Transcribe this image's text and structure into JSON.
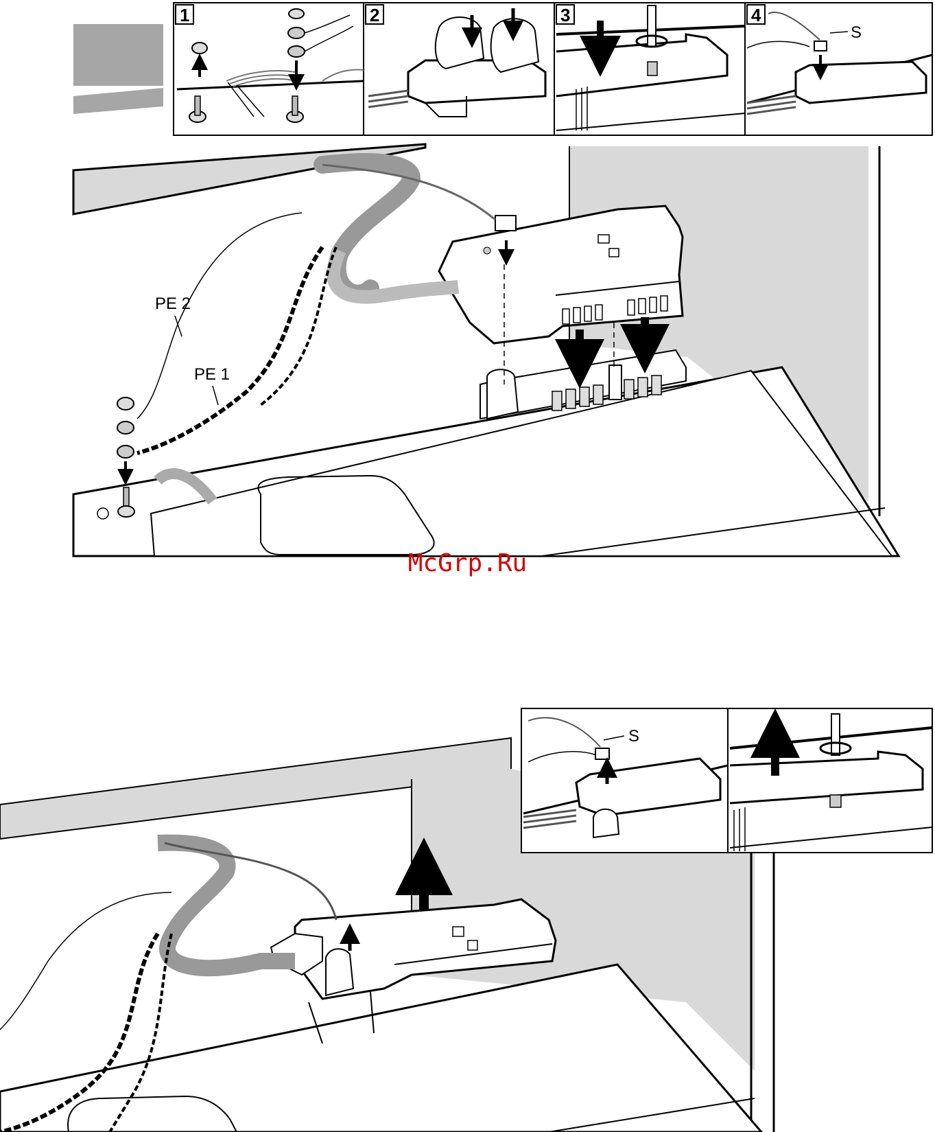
{
  "colors": {
    "wall_gray": "#d9d9d9",
    "dark_gray": "#a6a6a6",
    "line": "#000000",
    "watermark": "#d40000"
  },
  "top_figure": {
    "steps": [
      {
        "number": "1"
      },
      {
        "number": "2"
      },
      {
        "number": "3"
      },
      {
        "number": "4",
        "label": "S"
      }
    ],
    "labels": {
      "pe2": "PE 2",
      "pe1": "PE 1"
    }
  },
  "watermark": "McGrp.Ru",
  "bottom_figure": {
    "insets": [
      {
        "label": "S"
      },
      {
        "label": ""
      }
    ]
  }
}
